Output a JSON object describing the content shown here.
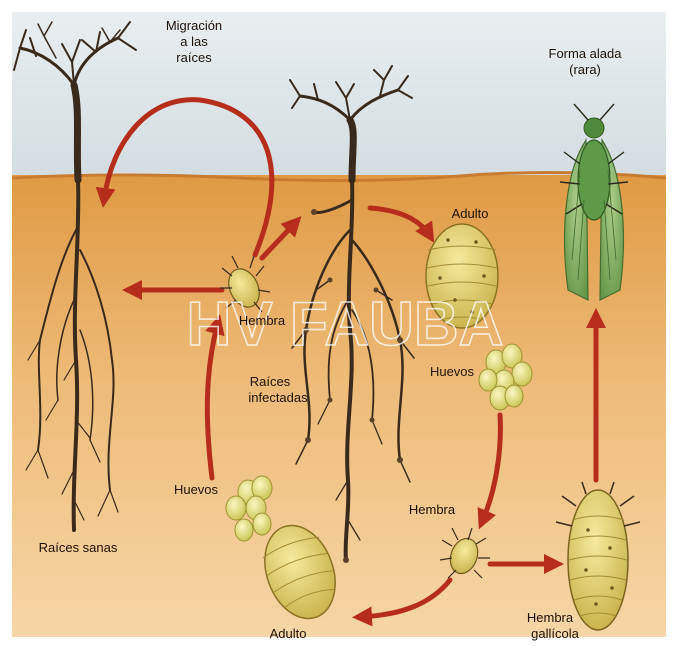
{
  "labels": {
    "migracion_l1": "Migración",
    "migracion_l2": "a las",
    "migracion_l3": "raíces",
    "forma_l1": "Forma alada",
    "forma_l2": "(rara)",
    "adulto_top": "Adulto",
    "hembra_left": "Hembra",
    "raices_inf_l1": "Raíces",
    "raices_inf_l2": "infectadas",
    "huevos_right": "Huevos",
    "huevos_left": "Huevos",
    "hembra_mid": "Hembra",
    "raices_sanas": "Raíces sanas",
    "hembra_gall_l1": "Hembra",
    "hembra_gall_l2": "gallícola",
    "adulto_bottom": "Adulto"
  },
  "watermark": "HV FAUBA",
  "colors": {
    "sky": "#dbe3e6",
    "soil_top": "#df9a44",
    "soil_bottom": "#f5d29f",
    "arrow": "#b72d1c",
    "insect": "#e0cf6a",
    "egg": "#e3de78",
    "winged": "#86b46a"
  },
  "icons": [
    "healthy-root-tree",
    "infected-root-tree",
    "aphid-insect",
    "egg-cluster",
    "winged-aphid"
  ]
}
